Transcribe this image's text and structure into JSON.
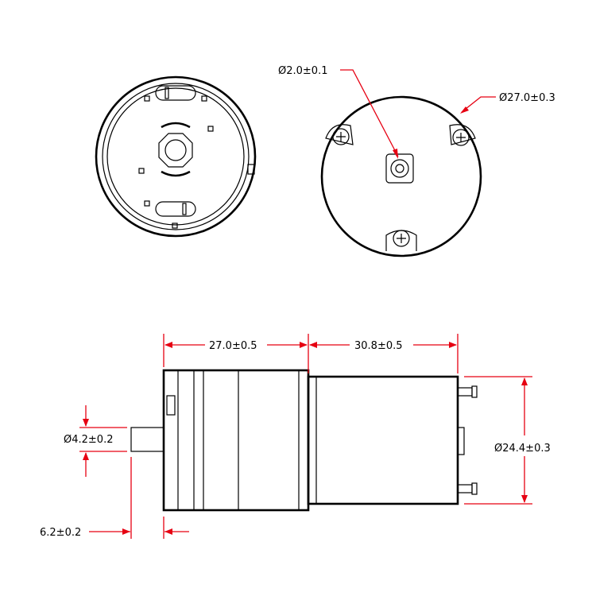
{
  "drawing": {
    "views": [
      "end-view-output-side",
      "end-view-motor-side",
      "side-view"
    ]
  },
  "dimensions": {
    "pin_diameter": "Ø2.0±0.1",
    "motor_diameter": "Ø27.0±0.3",
    "gearbox_length": "27.0±0.5",
    "motor_length": "30.8±0.5",
    "shaft_diameter": "Ø4.2±0.2",
    "body_diameter": "Ø24.4±0.3",
    "shaft_length": "6.2±0.2"
  },
  "colors": {
    "outline": "#000000",
    "dimension": "#e60012"
  }
}
